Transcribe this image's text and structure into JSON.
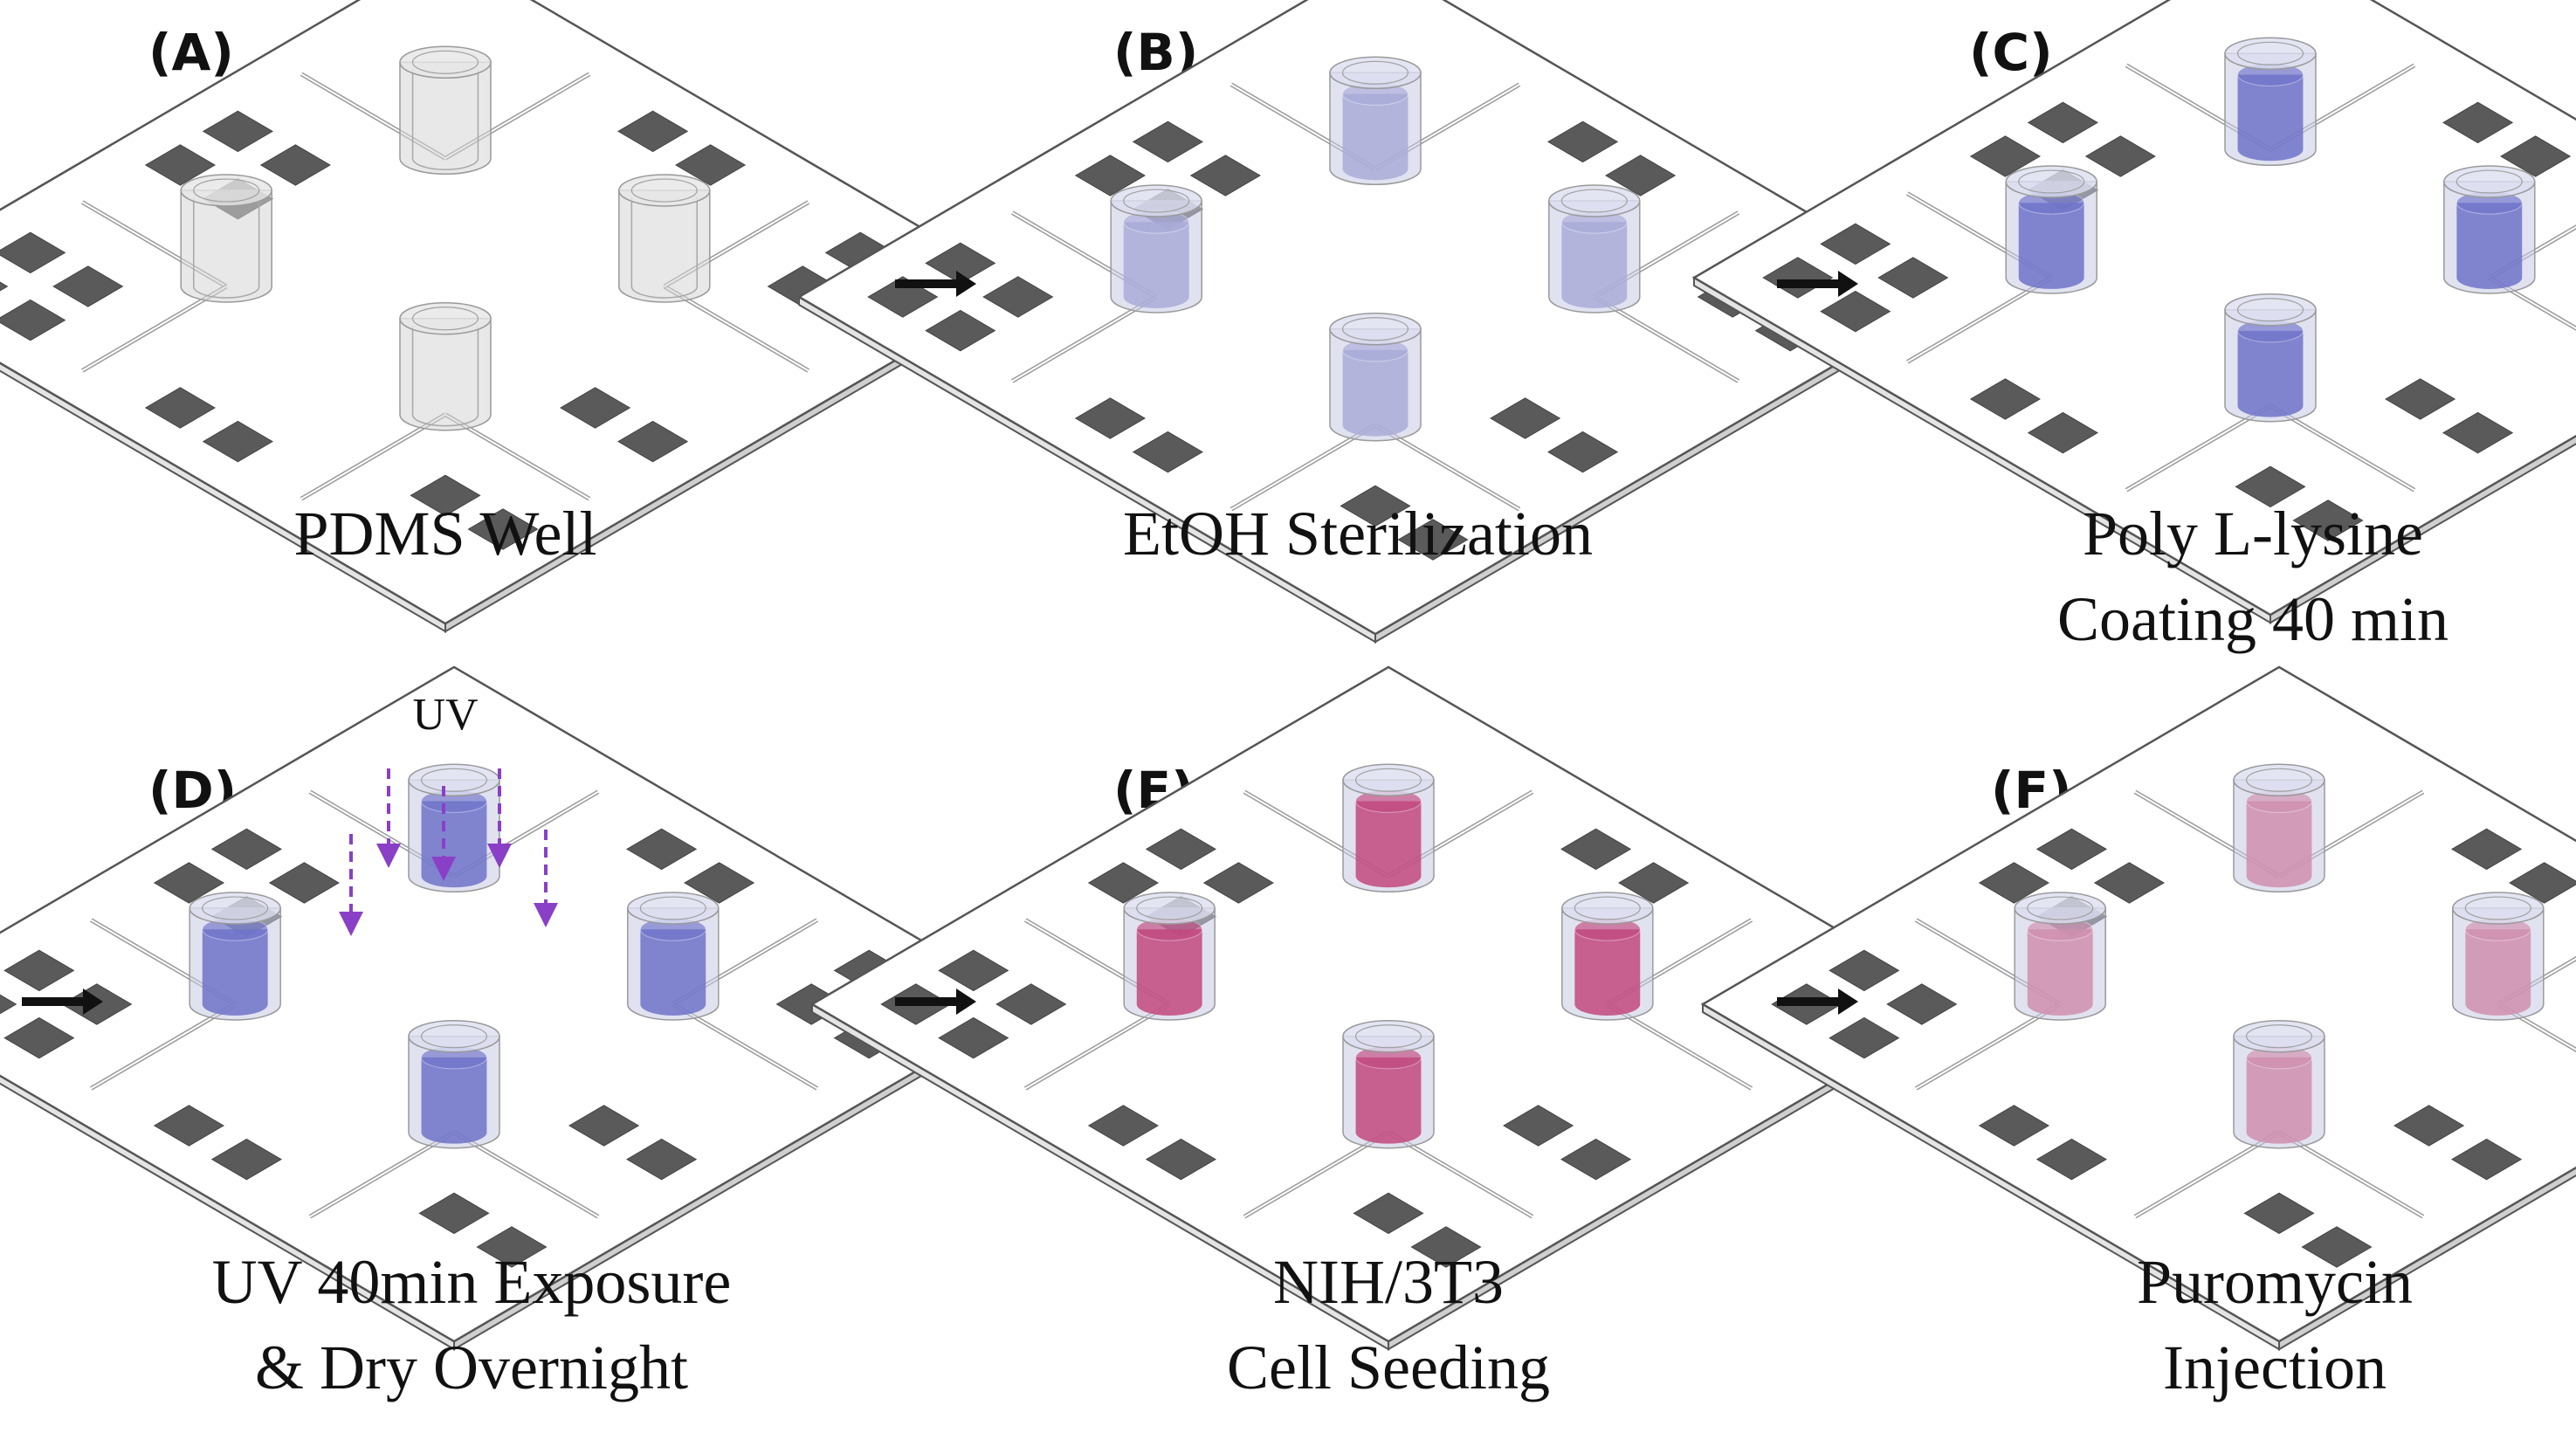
{
  "panels": [
    {
      "label": "(A)",
      "caption": [
        "PDMS Well"
      ],
      "liquid": "none"
    },
    {
      "label": "(B)",
      "caption": [
        "EtOH Sterilization"
      ],
      "liquid": "light-blue"
    },
    {
      "label": "(C)",
      "caption": [
        "Poly L-lysine",
        "Coating 40 min"
      ],
      "liquid": "blue"
    },
    {
      "label": "(D)",
      "caption": [
        "UV 40min Exposure",
        "& Dry Overnight"
      ],
      "liquid": "blue"
    },
    {
      "label": "(E)",
      "caption": [
        "NIH/3T3",
        "Cell Seeding"
      ],
      "liquid": "magenta"
    },
    {
      "label": "(F)",
      "caption": [
        "Puromycin",
        "Injection"
      ],
      "liquid": "light-magenta"
    }
  ],
  "uv_label": "UV",
  "icons": {
    "arrow": "right-arrow-icon",
    "uv": "uv-ray-arrow-icon",
    "chip": "pdms-well-chip-icon"
  },
  "colors": {
    "substrate": "#ffffff",
    "substrate_edge": "#555555",
    "electrode": "#5a5a5a",
    "well_empty": "#c8c8c8",
    "well_light_blue": "#a9abd8",
    "well_blue": "#6f73c9",
    "well_magenta": "#c2487e",
    "well_light_magenta": "#cf8fae",
    "uv_arrow": "#8a3fc7",
    "flow_arrow": "#111111"
  }
}
